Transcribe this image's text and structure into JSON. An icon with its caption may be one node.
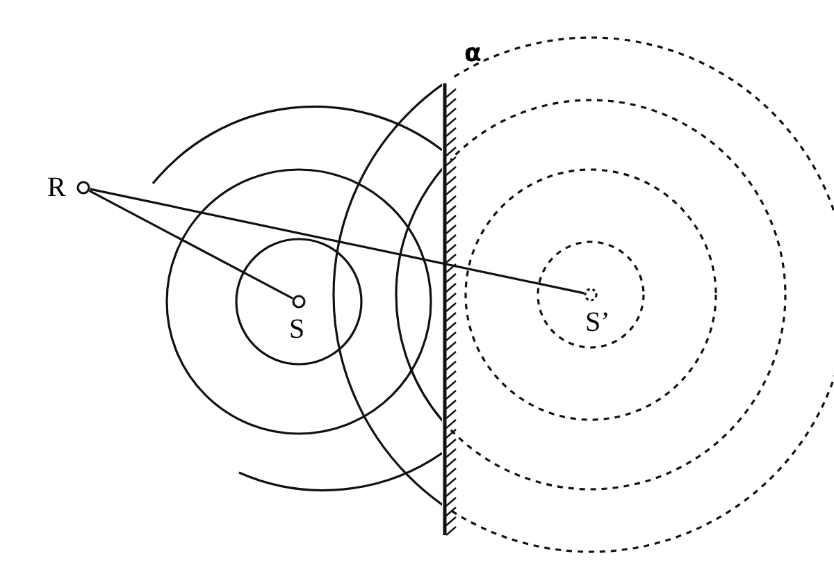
{
  "diagram": {
    "nodes": [
      {
        "text": [
          "R"
        ]
      },
      {
        "text": [
          "S"
        ]
      },
      {
        "text": [
          "S’"
        ]
      }
    ],
    "edges": [
      {
        "from": 0,
        "to": 1,
        "arrow": "none"
      },
      {
        "from": 0,
        "to": 2,
        "arrow": "none"
      }
    ],
    "labels": [
      "α"
    ]
  }
}
